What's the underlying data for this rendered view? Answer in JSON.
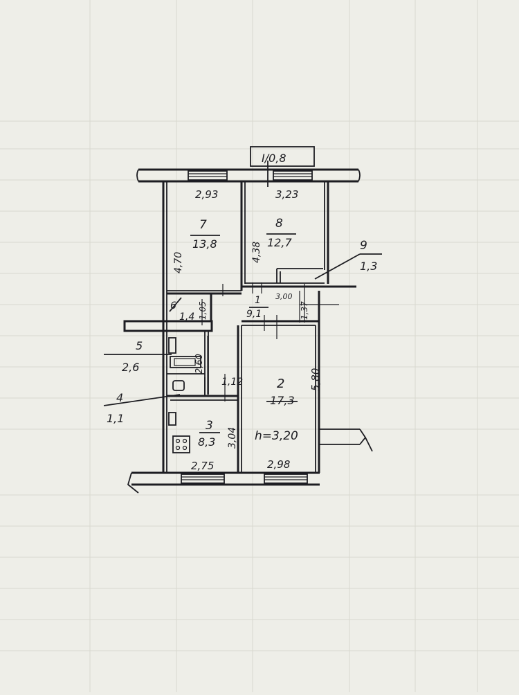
{
  "background_color": "#eeeee8",
  "ink_color": "#1d1d22",
  "balcony": {
    "label": "I/0,8"
  },
  "rooms": [
    {
      "id": "room-7",
      "number": "7",
      "area": "13,8"
    },
    {
      "id": "room-8",
      "number": "8",
      "area": "12,7"
    },
    {
      "id": "room-9",
      "number": "9",
      "area": "1,3"
    },
    {
      "id": "room-1",
      "number": "1",
      "area": "9,1"
    },
    {
      "id": "room-6",
      "number": "6",
      "area": "1,4"
    },
    {
      "id": "room-5",
      "number": "5",
      "area": "2,6"
    },
    {
      "id": "room-4",
      "number": "4",
      "area": "1,1"
    },
    {
      "id": "room-3",
      "number": "3",
      "area": "8,3"
    },
    {
      "id": "room-2",
      "number": "2",
      "area": "17,3"
    }
  ],
  "ceiling_height": "h=3,20",
  "dimensions": {
    "d_293": "2,93",
    "d_323": "3,23",
    "d_470": "4,70",
    "d_438": "4,38",
    "d_300": "3,00",
    "d_137": "1,37",
    "d_105": "1,05",
    "d_260": "2,60",
    "d_112": "1,12",
    "d_580": "5,80",
    "d_304": "3,04",
    "d_275": "2,75",
    "d_298": "2,98"
  }
}
